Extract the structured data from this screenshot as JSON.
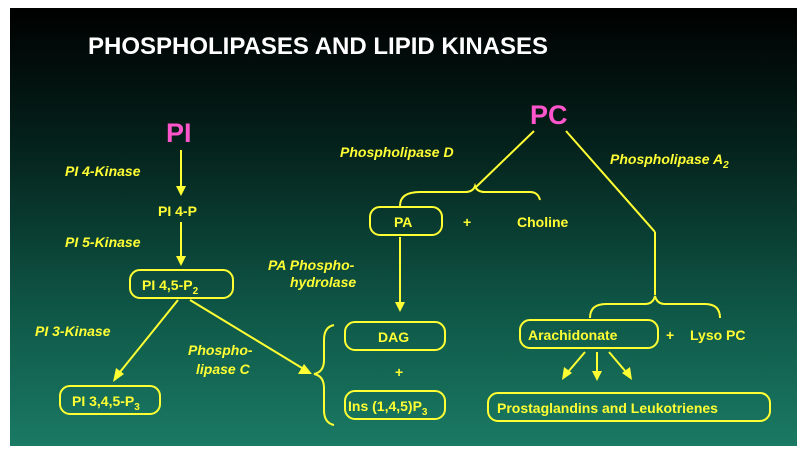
{
  "title": "PHOSPHOLIPASES AND LIPID KINASES",
  "colors": {
    "title": "#ffffff",
    "head_nodes": "#ff55cc",
    "diagram": "#ffff33",
    "background_top": "#000000",
    "background_bottom": "#1a7a63"
  },
  "nodes": {
    "pi": "PI",
    "pc": "PC",
    "pi4p": "PI 4-P",
    "pi45p2": {
      "base": "PI 4,5-P",
      "sub": "2"
    },
    "pi345p3": {
      "base": "PI 3,4,5-P",
      "sub": "3"
    },
    "pa": "PA",
    "plus1": "+",
    "choline": "Choline",
    "dag": "DAG",
    "plus2": "+",
    "ins145p3": {
      "base": "Ins (1,4,5)P",
      "sub": "3"
    },
    "arachidonate": "Arachidonate",
    "plus3": "+",
    "lysopc": "Lyso PC",
    "prostaglandins": "Prostaglandins and Leukotrienes"
  },
  "enzymes": {
    "pi4kinase": "PI 4-Kinase",
    "pi5kinase": "PI 5-Kinase",
    "pi3kinase": "PI 3-Kinase",
    "plc_line1": "Phospho-",
    "plc_line2": "lipase C",
    "pld": "Phospholipase D",
    "pla2": {
      "base": "Phospholipase A",
      "sub": "2"
    },
    "pap_line1": "PA Phospho-",
    "pap_line2": "hydrolase"
  }
}
